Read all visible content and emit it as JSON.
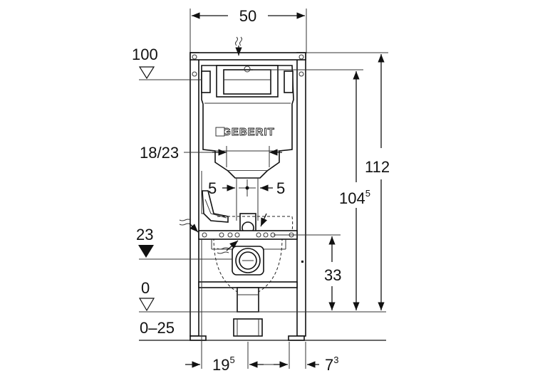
{
  "dimensions": {
    "width_top": "50",
    "height_total": "112",
    "height_actuator_main": "104",
    "height_actuator_sup": "5",
    "level_top": "100",
    "level_mid": "23",
    "level_zero": "0",
    "floor_range": "0–25",
    "offset_pair": "18/23",
    "side_left": "5",
    "side_right": "5",
    "height_drain": "33",
    "bottom_left_main": "19",
    "bottom_left_sup": "5",
    "bottom_right_main": "7",
    "bottom_right_sup": "3"
  },
  "brand": {
    "logo_text": "GEBERIT"
  }
}
